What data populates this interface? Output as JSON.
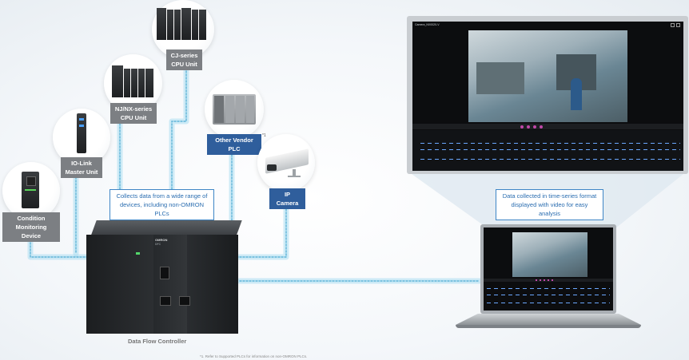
{
  "devices": {
    "cj_series": "CJ-series\nCPU Unit",
    "nj_nx_series": "NJ/NX-series\nCPU Unit",
    "io_link": "IO-Link\nMaster Unit",
    "condition_monitoring": "Condition\nMonitoring Device",
    "other_vendor": "Other Vendor PLC",
    "other_vendor_note": "*1",
    "ip_camera": "IP Camera"
  },
  "callouts": {
    "collects": "Collects data from a wide range of\ndevices, including non-OMRON PLCs",
    "time_series": "Data collected in time-series format\ndisplayed with video for easy analysis"
  },
  "controller": {
    "label": "Data Flow Controller",
    "brand": "OMRON",
    "model": "DFC"
  },
  "monitor": {
    "window_title": "Camera_NX0020-V"
  },
  "footnote": "*1. Refer to Supported PLCs for information on non-OMRON PLCs.",
  "colors": {
    "tag_gray": "#7c7f83",
    "tag_blue": "#2f5e9c",
    "callout_border": "#3f86c6",
    "network_line": "#5fb4d8",
    "waveform": "#6ca8ff",
    "marker": "#c048a8"
  }
}
